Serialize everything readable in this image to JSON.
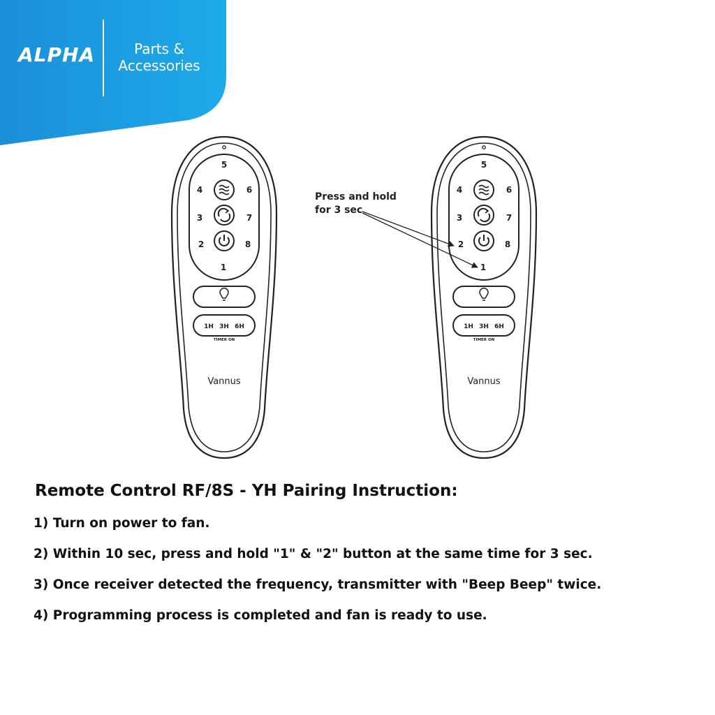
{
  "brand": {
    "logo_text": "ALPHA",
    "tagline_line1": "Parts &",
    "tagline_line2": "Accessories",
    "accent_color": "#1aa3e0"
  },
  "remote": {
    "buttons": {
      "top": "5",
      "left_upper": "4",
      "right_upper": "6",
      "left_middle": "3",
      "right_middle": "7",
      "left_lower": "2",
      "right_lower": "8",
      "bottom": "1"
    },
    "timer_labels": [
      "1H",
      "3H",
      "6H"
    ],
    "timer_caption": "TIMER ON",
    "brand_name": "Vannus",
    "icons": [
      "wind-icon",
      "rotate-icon",
      "power-icon",
      "bulb-icon"
    ]
  },
  "callout": {
    "line1": "Press and hold",
    "line2": "for 3 sec"
  },
  "instructions": {
    "title": "Remote Control RF/8S - YH Pairing Instruction:",
    "steps": [
      "1) Turn on power to fan.",
      "2) Within 10 sec, press and hold \"1\" & \"2\" button at the same time for 3 sec.",
      "3) Once receiver detected the frequency, transmitter with \"Beep Beep\" twice.",
      "4) Programming process is completed and fan is ready to use."
    ]
  }
}
